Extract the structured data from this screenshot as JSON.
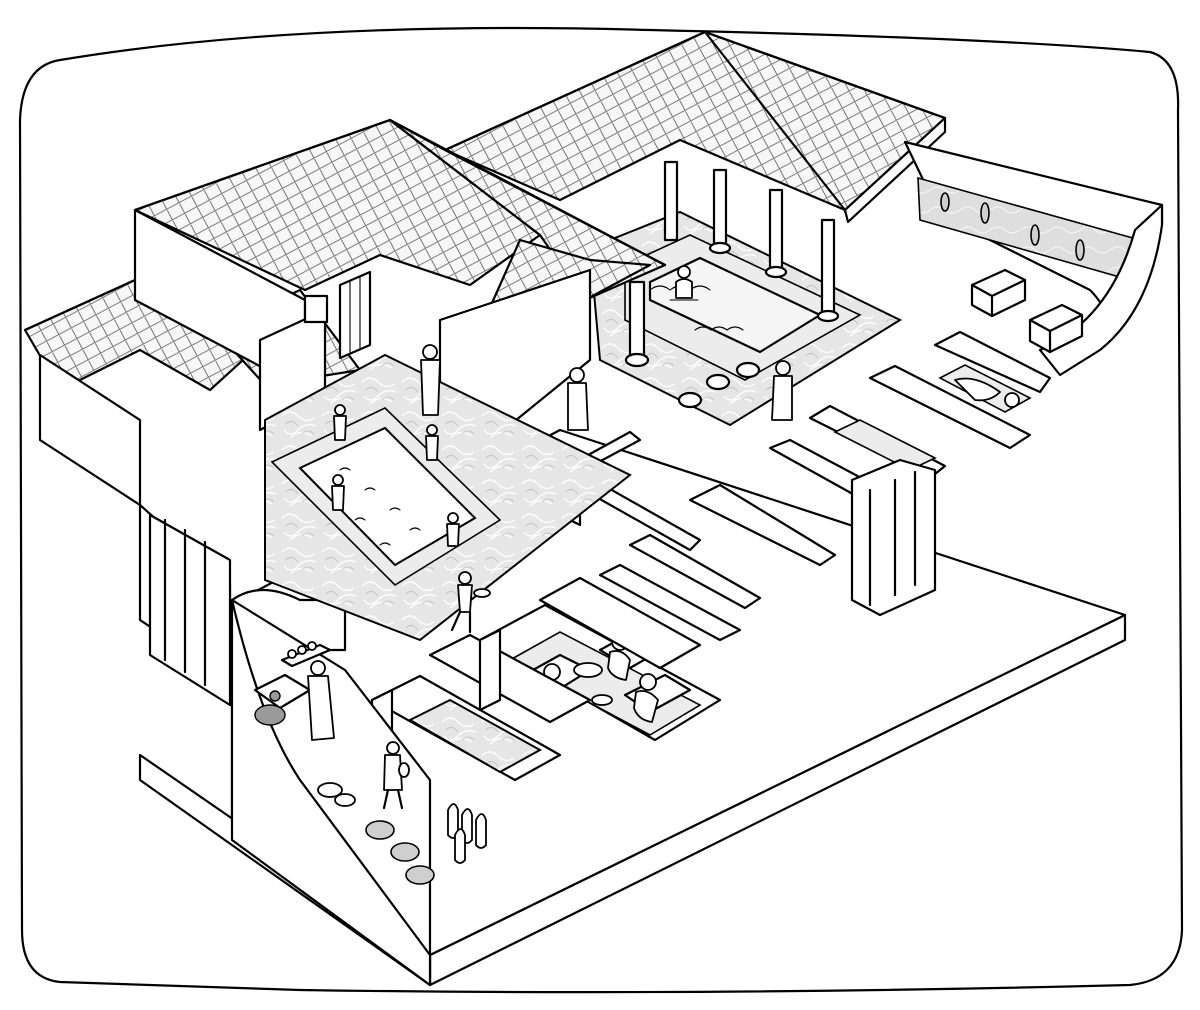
{
  "colors": {
    "background": "#ffffff",
    "line": "#000000",
    "floor_mosaic": "#e6e6e6",
    "roof_tiles": "#f2f2f2",
    "fresco": "#dedede"
  },
  "parts": [
    "frame-border",
    "entrance-wing",
    "atrium-roof",
    "atrium",
    "impluvium-pool",
    "tablinum-passage",
    "peristyle-roof",
    "peristyle-garden",
    "garden-fountain",
    "fresco-wall",
    "bedrooms",
    "storage-chests",
    "triclinium-dining-room",
    "kitchen",
    "amphorae",
    "figures"
  ]
}
